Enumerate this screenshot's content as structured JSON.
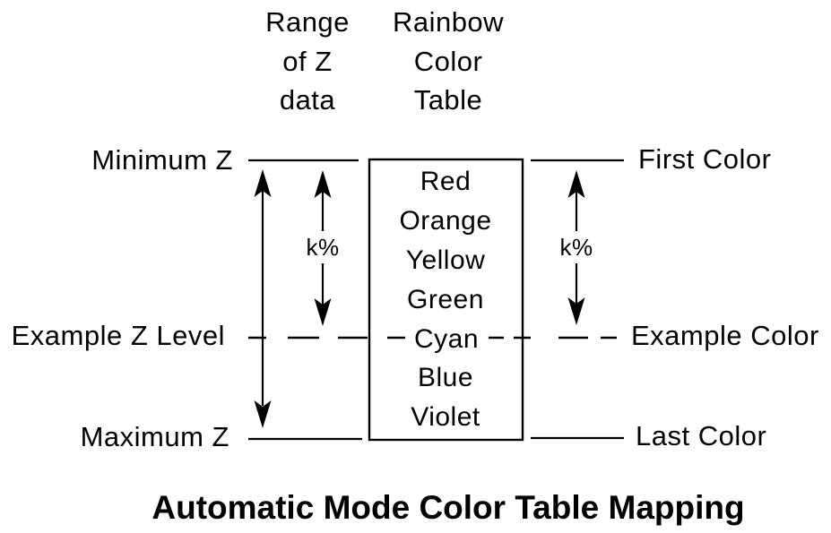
{
  "diagram": {
    "column_headers": {
      "z_range": [
        "Range",
        "of Z",
        "data"
      ],
      "color_table": [
        "Rainbow",
        "Color",
        "Table"
      ]
    },
    "z_axis_labels": {
      "minimum": "Minimum Z",
      "example": "Example Z Level",
      "maximum": "Maximum Z"
    },
    "color_axis_labels": {
      "first": "First Color",
      "example": "Example Color",
      "last": "Last Color"
    },
    "rainbow_colors": [
      "Red",
      "Orange",
      "Yellow",
      "Green",
      "Cyan",
      "Blue",
      "Violet"
    ],
    "percent_annotations": {
      "left": "k%",
      "right": "k%"
    },
    "caption": "Automatic Mode Color Table Mapping",
    "colors": {
      "ink": "#000000",
      "background": "#ffffff"
    }
  }
}
